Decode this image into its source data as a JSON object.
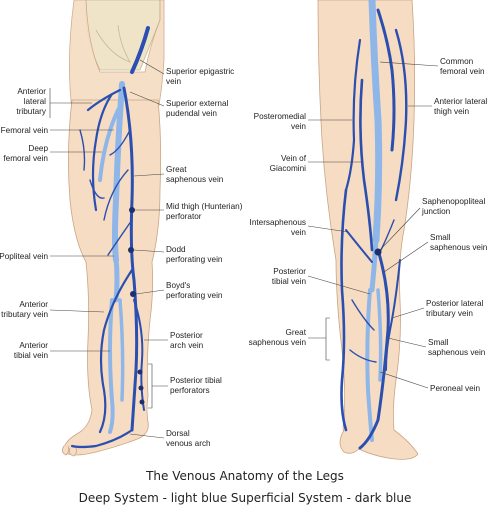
{
  "caption": {
    "line1": "The Venous Anatomy of the Legs",
    "line2": "Deep System - light blue  Superficial System - dark blue"
  },
  "colors": {
    "deep_system": "#8fb6e8",
    "superficial_system": "#2b4fb0",
    "skin": "#f6dcc2",
    "bone": "#efe4c8"
  },
  "anterior_view": {
    "left_labels": [
      "Anterior",
      "lateral",
      "tributary",
      "Femoral vein",
      "Deep",
      "femoral vein",
      "Popliteal vein",
      "Anterior",
      "tributary vein",
      "Anterior",
      "tibial vein"
    ],
    "right_labels": [
      "Superior epigastric",
      "vein",
      "Superior external",
      "pudendal vein",
      "Great",
      "saphenous vein",
      "Mid thigh (Hunterian)",
      "perforator",
      "Dodd",
      "perforating vein",
      "Boyd's",
      "perforating vein",
      "Posterior",
      "arch vein",
      "Posterior tibial",
      "perforators",
      "Dorsal",
      "venous arch"
    ]
  },
  "posterior_view": {
    "left_labels": [
      "Posteromedial",
      "vein",
      "Vein of",
      "Giacomini",
      "Intersaphenous",
      "vein",
      "Posterior",
      "tibial vein",
      "Great",
      "saphenous vein"
    ],
    "right_labels": [
      "Common",
      "femoral vein",
      "Anterior lateral",
      "thigh vein",
      "Saphenopopliteal",
      "junction",
      "Small",
      "saphenous vein",
      "Posterior lateral",
      "tributary vein",
      "Small",
      "saphenous vein",
      "Peroneal vein"
    ]
  }
}
